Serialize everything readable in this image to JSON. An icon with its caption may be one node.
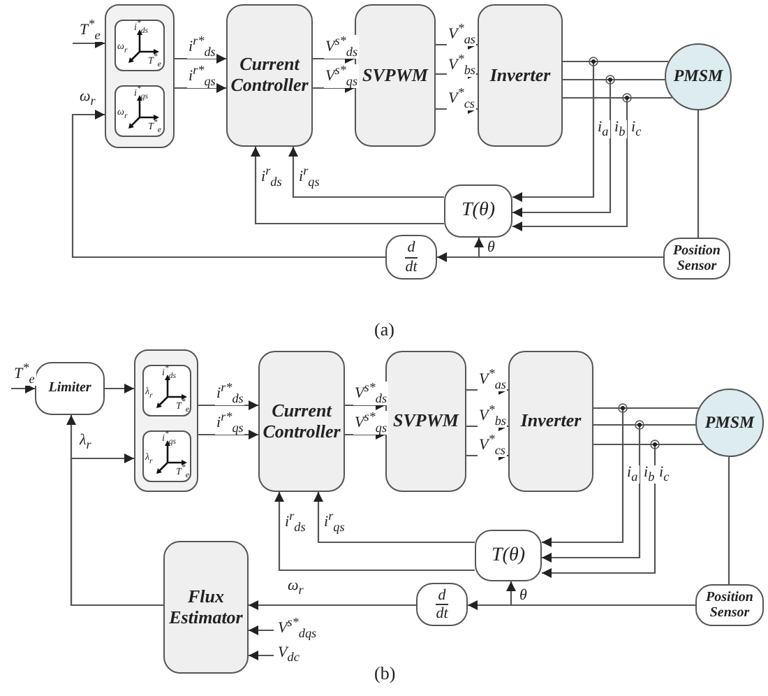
{
  "diagram": {
    "nodes": [
      {
        "text": [],
        "shape": "box"
      },
      {
        "text": [
          "i$^{*}$$_{ds}$",
          "ω$_{r}$",
          "T$^{*}$$_{e}$"
        ],
        "in": 0
      },
      {
        "text": [
          "i$^{*}$$_{qs}$",
          "ω$_{r}$",
          "T$^{*}$$_{e}$"
        ],
        "in": 0
      },
      {
        "text": [
          "Current Controller"
        ]
      },
      {
        "text": [
          "SVPWM"
        ]
      },
      {
        "text": [
          "Inverter"
        ]
      },
      {
        "text": [
          "PMSM"
        ]
      },
      {
        "text": [
          "T(θ)"
        ]
      },
      {
        "text": [
          "d",
          "dt"
        ]
      },
      {
        "text": [
          "Position Sensor"
        ]
      },
      {
        "text": [
          "Limiter"
        ]
      },
      {
        "text": [],
        "shape": "box"
      },
      {
        "text": [
          "i$^{*}$$_{ds}$",
          "λ$_{r}$",
          "T$^{*}$$_{e}$"
        ],
        "in": 11
      },
      {
        "text": [
          "i$^{*}$$_{qs}$",
          "λ$_{r}$",
          "T$^{*}$$_{e}$"
        ],
        "in": 11
      },
      {
        "text": [
          "Current Controller"
        ]
      },
      {
        "text": [
          "SVPWM"
        ]
      },
      {
        "text": [
          "Inverter"
        ]
      },
      {
        "text": [
          "PMSM"
        ]
      },
      {
        "text": [
          "T(θ)"
        ]
      },
      {
        "text": [
          "d",
          "dt"
        ]
      },
      {
        "text": [
          "Position Sensor"
        ]
      },
      {
        "text": [
          "Flux Estimator"
        ]
      }
    ],
    "edges": [
      {
        "from": null,
        "to": 0,
        "arrow": "to",
        "label": "T$^{*}$$_{e}$"
      },
      {
        "from": 8,
        "to": 0,
        "arrow": "to",
        "label": "ω$_{r}$"
      },
      {
        "from": 0,
        "to": 3,
        "arrow": "to",
        "label": "i$^{r*}$$_{ds}$"
      },
      {
        "from": 0,
        "to": 3,
        "arrow": "to",
        "label": "i$^{r*}$$_{qs}$"
      },
      {
        "from": 3,
        "to": 4,
        "arrow": "to",
        "label": "V$^{s*}$$_{ds}$"
      },
      {
        "from": 3,
        "to": 4,
        "arrow": "to",
        "label": "V$^{s*}$$_{qs}$"
      },
      {
        "from": 4,
        "to": 5,
        "arrow": "to",
        "label": "V$^{*}$$_{as}$"
      },
      {
        "from": 4,
        "to": 5,
        "arrow": "to",
        "label": "V$^{*}$$_{bs}$"
      },
      {
        "from": 4,
        "to": 5,
        "arrow": "to",
        "label": "V$^{*}$$_{cs}$"
      },
      {
        "from": 5,
        "to": 6,
        "arrow": "none"
      },
      {
        "from": 5,
        "to": 6,
        "arrow": "none"
      },
      {
        "from": 5,
        "to": 6,
        "arrow": "none"
      },
      {
        "from": 5,
        "to": 7,
        "arrow": "to",
        "label": "i$_{a}$"
      },
      {
        "from": 5,
        "to": 7,
        "arrow": "to",
        "label": "i$_{b}$"
      },
      {
        "from": 5,
        "to": 7,
        "arrow": "to",
        "label": "i$_{c}$"
      },
      {
        "from": 7,
        "to": 3,
        "arrow": "to",
        "label": "i$^{r}$$_{qs}$"
      },
      {
        "from": 7,
        "to": 3,
        "arrow": "to",
        "label": "i$^{r}$$_{ds}$"
      },
      {
        "from": 6,
        "to": 9,
        "arrow": "none"
      },
      {
        "from": 9,
        "to": 8,
        "arrow": "to"
      },
      {
        "from": 9,
        "to": 7,
        "arrow": "to",
        "label": "θ"
      },
      {
        "from": null,
        "to": 10,
        "arrow": "to",
        "label": "T$^{*}$$_{e}$"
      },
      {
        "from": 10,
        "to": 11,
        "arrow": "to"
      },
      {
        "from": 21,
        "to": 11,
        "arrow": "to",
        "label": "λ$_{r}$"
      },
      {
        "from": 21,
        "to": 10,
        "arrow": "to"
      },
      {
        "from": 11,
        "to": 14,
        "arrow": "to",
        "label": "i$^{r*}$$_{ds}$"
      },
      {
        "from": 11,
        "to": 14,
        "arrow": "to",
        "label": "i$^{r*}$$_{qs}$"
      },
      {
        "from": 14,
        "to": 15,
        "arrow": "to",
        "label": "V$^{s*}$$_{ds}$"
      },
      {
        "from": 14,
        "to": 15,
        "arrow": "to",
        "label": "V$^{s*}$$_{qs}$"
      },
      {
        "from": 15,
        "to": 16,
        "arrow": "to",
        "label": "V$^{*}$$_{as}$"
      },
      {
        "from": 15,
        "to": 16,
        "arrow": "to",
        "label": "V$^{*}$$_{bs}$"
      },
      {
        "from": 15,
        "to": 16,
        "arrow": "to",
        "label": "V$^{*}$$_{cs}$"
      },
      {
        "from": 16,
        "to": 17,
        "arrow": "none"
      },
      {
        "from": 16,
        "to": 17,
        "arrow": "none"
      },
      {
        "from": 16,
        "to": 17,
        "arrow": "none"
      },
      {
        "from": 16,
        "to": 18,
        "arrow": "to",
        "label": "i$_{a}$"
      },
      {
        "from": 16,
        "to": 18,
        "arrow": "to",
        "label": "i$_{b}$"
      },
      {
        "from": 16,
        "to": 18,
        "arrow": "to",
        "label": "i$_{c}$"
      },
      {
        "from": 18,
        "to": 14,
        "arrow": "to",
        "label": "i$^{r}$$_{qs}$"
      },
      {
        "from": 18,
        "to": 14,
        "arrow": "to",
        "label": "i$^{r}$$_{ds}$"
      },
      {
        "from": 17,
        "to": 20,
        "arrow": "none"
      },
      {
        "from": 20,
        "to": 19,
        "arrow": "to"
      },
      {
        "from": 20,
        "to": 18,
        "arrow": "to",
        "label": "θ"
      },
      {
        "from": 19,
        "to": 21,
        "arrow": "to",
        "label": "ω$_{r}$"
      },
      {
        "from": null,
        "to": 21,
        "arrow": "to",
        "label": "V$^{s*}$$_{dqs}$"
      },
      {
        "from": null,
        "to": 21,
        "arrow": "to",
        "label": "V$_{dc}$"
      }
    ],
    "labels": [
      "(a)",
      "(b)"
    ]
  }
}
